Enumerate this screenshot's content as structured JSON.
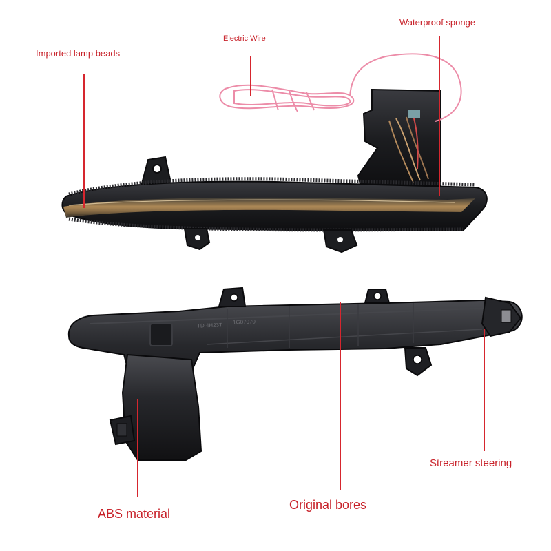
{
  "colors": {
    "label_text": "#c8222a",
    "leader_line": "#d6262e",
    "housing_dark": "#17171a",
    "housing_mid": "#2a2b2f",
    "lens_amber": "#b7905a",
    "wire_pink": "#ec8ca8"
  },
  "callouts": {
    "lamp_beads": "Imported lamp beads",
    "electric_wire": "Electric Wire",
    "waterproof_sponge": "Waterproof sponge",
    "streamer_steering": "Streamer steering",
    "abs_material": "ABS material",
    "original_bores": "Original bores"
  },
  "housing_imprint": {
    "line1": "TD 4H23T",
    "line2": "1G07070"
  }
}
